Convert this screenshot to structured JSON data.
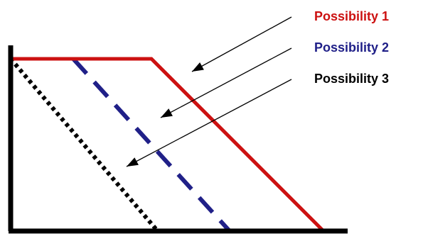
{
  "chart_data": {
    "type": "line",
    "title": "",
    "xlabel": "",
    "ylabel": "",
    "grid": false,
    "legend_placement": "top-right",
    "series": [
      {
        "name": "Possibility 1",
        "color": "#cc1111",
        "style": "solid",
        "points": [
          [
            0,
            10
          ],
          [
            4.5,
            10
          ],
          [
            10,
            0
          ]
        ]
      },
      {
        "name": "Possibility 2",
        "color": "#202088",
        "style": "dashed",
        "points": [
          [
            2,
            10
          ],
          [
            7,
            0
          ]
        ]
      },
      {
        "name": "Possibility 3",
        "color": "#000000",
        "style": "dotted",
        "points": [
          [
            0,
            10
          ],
          [
            4.7,
            0
          ]
        ]
      }
    ],
    "xlim": [
      0,
      10.5
    ],
    "ylim": [
      0,
      11.5
    ]
  }
}
